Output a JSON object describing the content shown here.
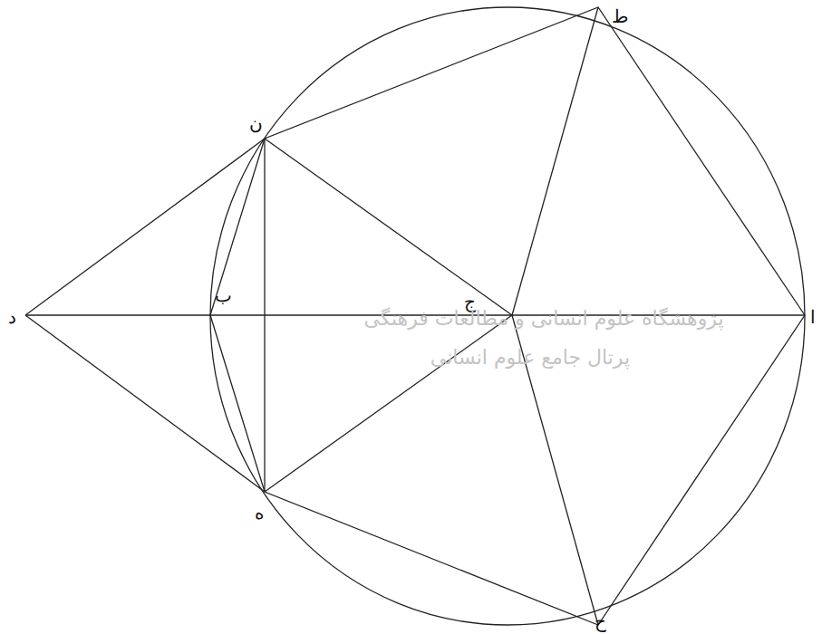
{
  "diagram": {
    "labels": [
      "ط",
      "ن",
      "ب",
      "ج",
      "د",
      "ا",
      "ه",
      "ح",
      "پژوهشگاه علوم انسانی و مطالعات فرهنگی",
      "پرتال جامع علوم انسانی"
    ]
  }
}
